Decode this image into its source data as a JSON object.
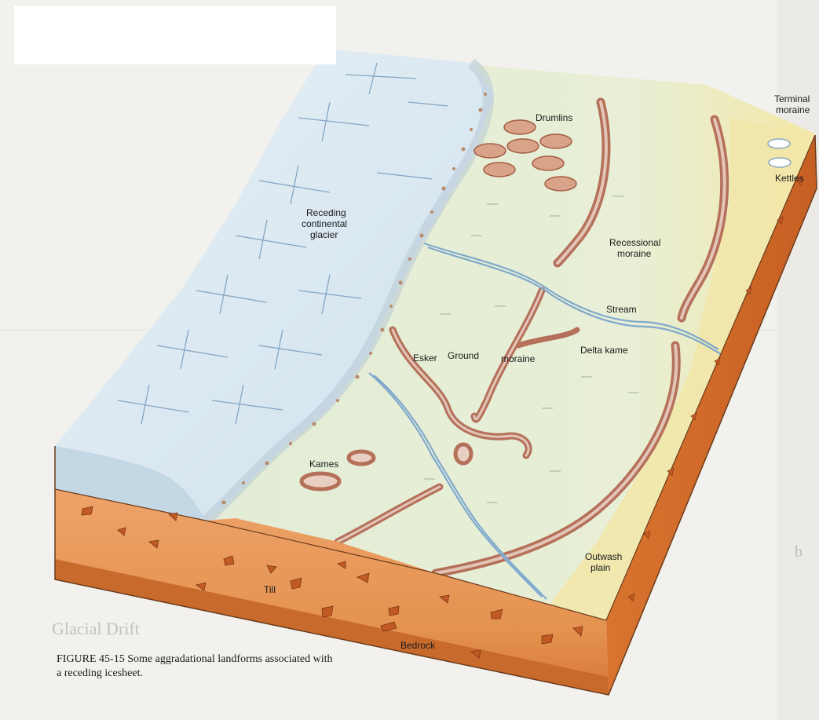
{
  "figure": {
    "labels": {
      "drumlins": "Drumlins",
      "terminal_moraine_line1": "Terminal",
      "terminal_moraine_line2": "moraine",
      "kettles": "Kettles",
      "receding_glacier_line1": "Receding",
      "receding_glacier_line2": "continental",
      "receding_glacier_line3": "glacier",
      "recessional_moraine_line1": "Recessional",
      "recessional_moraine_line2": "moraine",
      "stream": "Stream",
      "delta_kame": "Delta kame",
      "esker": "Esker",
      "ground": "Ground",
      "moraine": "moraine",
      "kames": "Kames",
      "outwash_plain_line1": "Outwash",
      "outwash_plain_line2": "plain",
      "till": "Till",
      "bedrock": "Bedrock"
    },
    "caption_line1": "FIGURE 45-15 Some aggradational landforms associated with",
    "caption_line2": "a receding icesheet."
  },
  "background_bleed": {
    "heading": "Glacial Drift",
    "side_letter": "b"
  },
  "colors": {
    "ice": "#dce9f2",
    "ice_lines": "#6f95b8",
    "ground_plain": "#e4ecd9",
    "outwash": "#f2e6a8",
    "soil_front": "#e89a5c",
    "soil_dark": "#c9682e",
    "moraine_ridge": "#b5705a",
    "stream": "#7fa9cc"
  }
}
